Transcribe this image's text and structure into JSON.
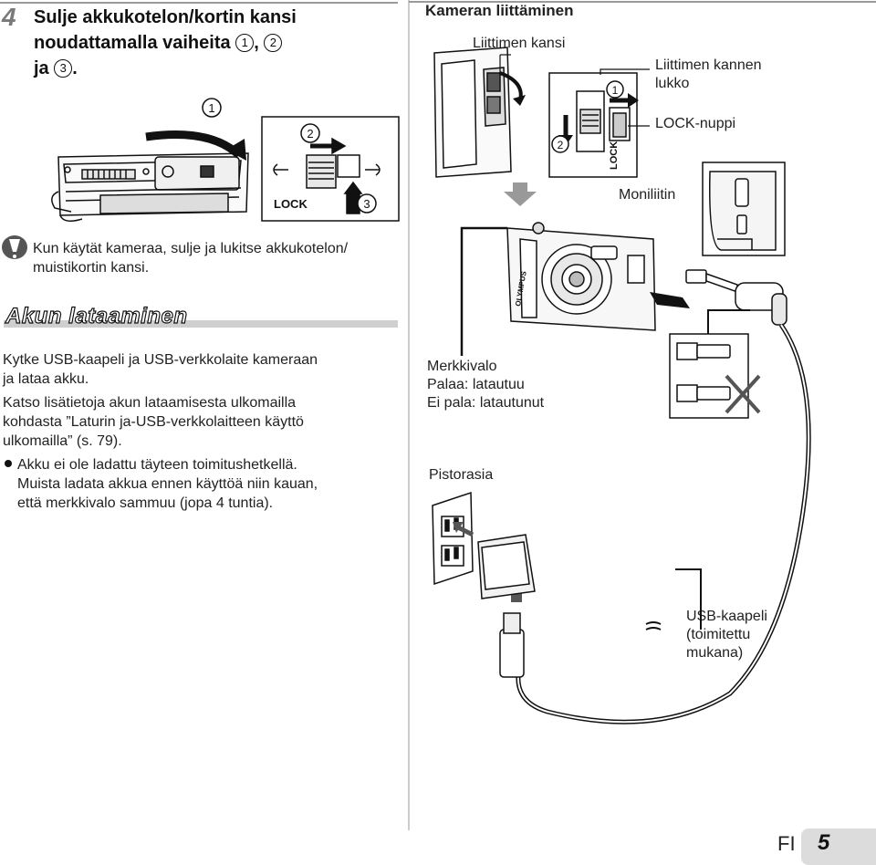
{
  "step": {
    "number": "4",
    "title_line1": "Sulje akkukotelon/kortin kansi",
    "title_line2": "noudattamalla vaiheita",
    "title_line3_prefix": "ja",
    "circle_1": "1",
    "circle_2": "2",
    "circle_3": "3",
    "sep": ",",
    "end": "."
  },
  "left_figure": {
    "callout_1": "1",
    "callout_2": "2",
    "callout_3": "3",
    "lock_label": "LOCK"
  },
  "caution": {
    "text_line1": "Kun käytät kameraa, sulje ja lukitse akkukotelon/",
    "text_line2": "muistikortin kansi."
  },
  "section": {
    "heading": "Akun lataaminen"
  },
  "body": {
    "p1_line1": "Kytke USB-kaapeli ja USB-verkkolaite kameraan",
    "p1_line2": "ja lataa akku.",
    "p2_line1": "Katso lisätietoja akun lataamisesta ulkomailla",
    "p2_line2": "kohdasta ”Laturin ja-USB-verkkolaitteen käyttö",
    "p2_line3": "ulkomailla” (s. 79).",
    "bullet_line1": "Akku ei ole ladattu täyteen toimitushetkellä.",
    "bullet_line2": "Muista ladata akkua ennen käyttöä niin kauan,",
    "bullet_line3": "että merkkivalo sammuu (jopa 4 tuntia)."
  },
  "right_figure": {
    "title": "Kameran liittäminen",
    "connector_cover": "Liittimen kansi",
    "cover_lock_line1": "Liittimen kannen",
    "cover_lock_line2": "lukko",
    "lock_button": "LOCK-nuppi",
    "multi_connector": "Moniliitin",
    "callout_1": "1",
    "callout_2": "2",
    "lock_label": "LOCK",
    "brand": "OLYMPUS",
    "indicator_line1": "Merkkivalo",
    "indicator_line2": "Palaa: latautuu",
    "indicator_line3": "Ei pala: latautunut",
    "outlet": "Pistorasia",
    "usb_cable_line1": "USB-kaapeli",
    "usb_cable_line2": "(toimitettu",
    "usb_cable_line3": "mukana)"
  },
  "footer": {
    "lang": "FI",
    "page": "5"
  }
}
